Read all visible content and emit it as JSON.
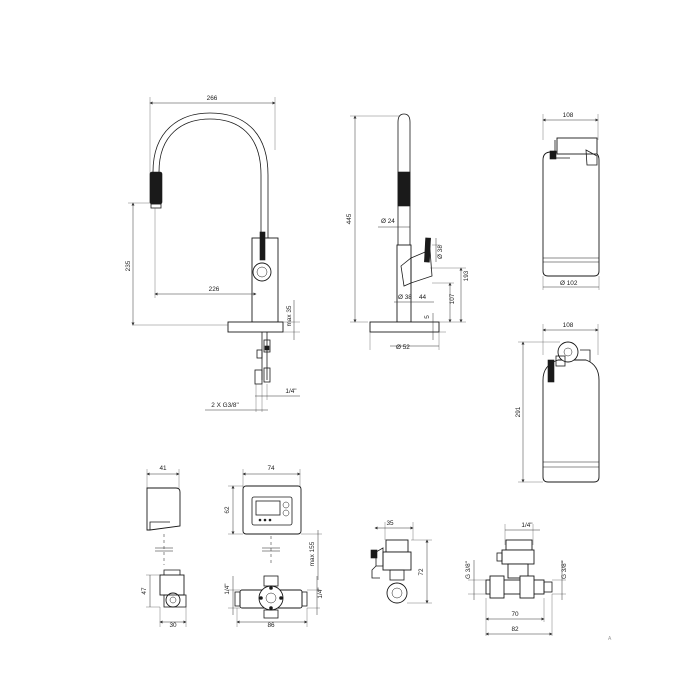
{
  "faucet_front": {
    "width_top": "266",
    "height_side": "235",
    "reach": "226",
    "max_deck": "max 35",
    "thread_size": "1/4\"",
    "hoses": "2 X G3/8\""
  },
  "faucet_side": {
    "total_height": "445",
    "dia_24": "Ø 24",
    "dia_38_right": "Ø 38",
    "dia_38_bottom": "Ø 38",
    "dim_44": "44",
    "dim_193": "193",
    "dim_107": "107",
    "dim_5": "5",
    "dia_52": "Ø 52"
  },
  "filter_top": {
    "width": "108",
    "dia": "Ø 102"
  },
  "filter_bottom": {
    "width": "108",
    "height": "291"
  },
  "box_small": {
    "width": "41",
    "height": "47",
    "base_width": "30"
  },
  "box_display": {
    "width": "74",
    "height": "62",
    "max_cable": "max 155",
    "left_thread": "1/4\"",
    "right_thread": "1/4\"",
    "base_width": "86"
  },
  "valve_small": {
    "width": "35",
    "height": "72"
  },
  "valve_tee": {
    "top_thread": "1/4\"",
    "left_thread": "G 3/8\"",
    "right_thread": "G 3/8\"",
    "inner_width": "70",
    "outer_width": "82"
  },
  "corner_mark": "A"
}
